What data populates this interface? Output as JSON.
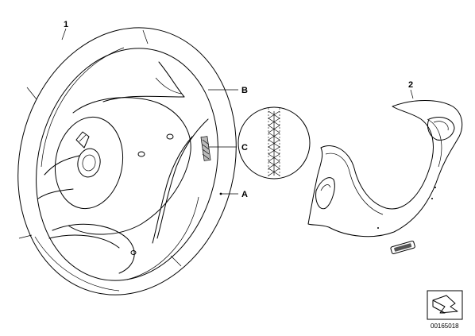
{
  "diagram": {
    "callouts": {
      "part_1": "1",
      "part_2": "2",
      "ref_a": "A",
      "ref_b": "B",
      "ref_c": "C"
    },
    "document_number": "00165018",
    "icon": "corner-arrow-icon"
  }
}
